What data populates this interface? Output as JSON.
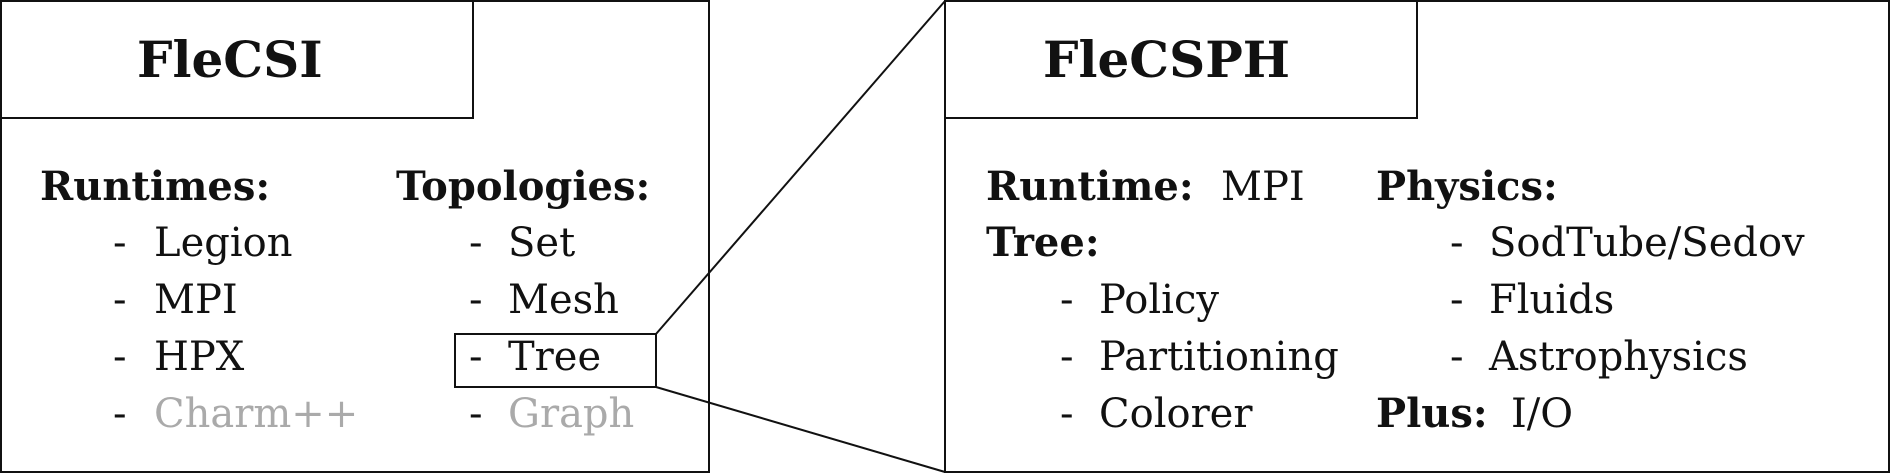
{
  "flecsi": {
    "title": "FleCSI",
    "runtimes_heading": "Runtimes:",
    "runtimes": [
      {
        "label": "Legion",
        "muted": false
      },
      {
        "label": "MPI",
        "muted": false
      },
      {
        "label": "HPX",
        "muted": false
      },
      {
        "label": "Charm++",
        "muted": true
      }
    ],
    "topologies_heading": "Topologies:",
    "topologies": [
      {
        "label": "Set",
        "muted": false
      },
      {
        "label": "Mesh",
        "muted": false
      },
      {
        "label": "Tree",
        "muted": false,
        "highlighted": true
      },
      {
        "label": "Graph",
        "muted": true
      }
    ]
  },
  "flecsph": {
    "title": "FleCSPH",
    "runtime_heading": "Runtime:",
    "runtime_value": "MPI",
    "tree_heading": "Tree:",
    "tree_items": [
      "Policy",
      "Partitioning",
      "Colorer"
    ],
    "physics_heading": "Physics:",
    "physics_items": [
      "SodTube/Sedov",
      "Fluids",
      "Astrophysics"
    ],
    "plus_heading": "Plus:",
    "plus_value": "I/O"
  },
  "bullet": "-",
  "colors": {
    "ink": "#111111",
    "muted": "#aaaaaa",
    "background": "#ffffff"
  }
}
